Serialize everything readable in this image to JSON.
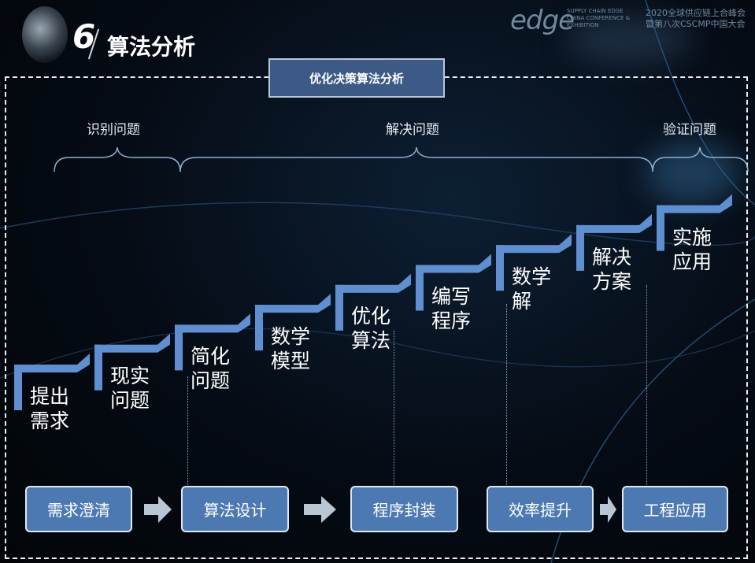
{
  "header": {
    "slide_number": "6",
    "title": "算法分析",
    "brand_logo": "edge",
    "brand_en": "SUPPLY CHAIN EDGE CHINA CONFERENCE & EXHIBITION",
    "brand_cn": "2020全球供应链上合峰会 暨第八次CSCMP中国大会"
  },
  "main_title": "优化决策算法分析",
  "phases": [
    "识别问题",
    "解决问题",
    "验证问题"
  ],
  "steps": [
    "提出\n需求",
    "现实\n问题",
    "简化\n问题",
    "数学\n模型",
    "优化\n算法",
    "编写\n程序",
    "数学\n解",
    "解决\n方案",
    "实施\n应用"
  ],
  "bottom_boxes": [
    "需求澄清",
    "算法设计",
    "程序封装",
    "效率提升",
    "工程应用"
  ],
  "colors": {
    "step_bar": "#5f8fd1",
    "box_fill": "#4d79b2",
    "title_box": "#3d5a86"
  }
}
